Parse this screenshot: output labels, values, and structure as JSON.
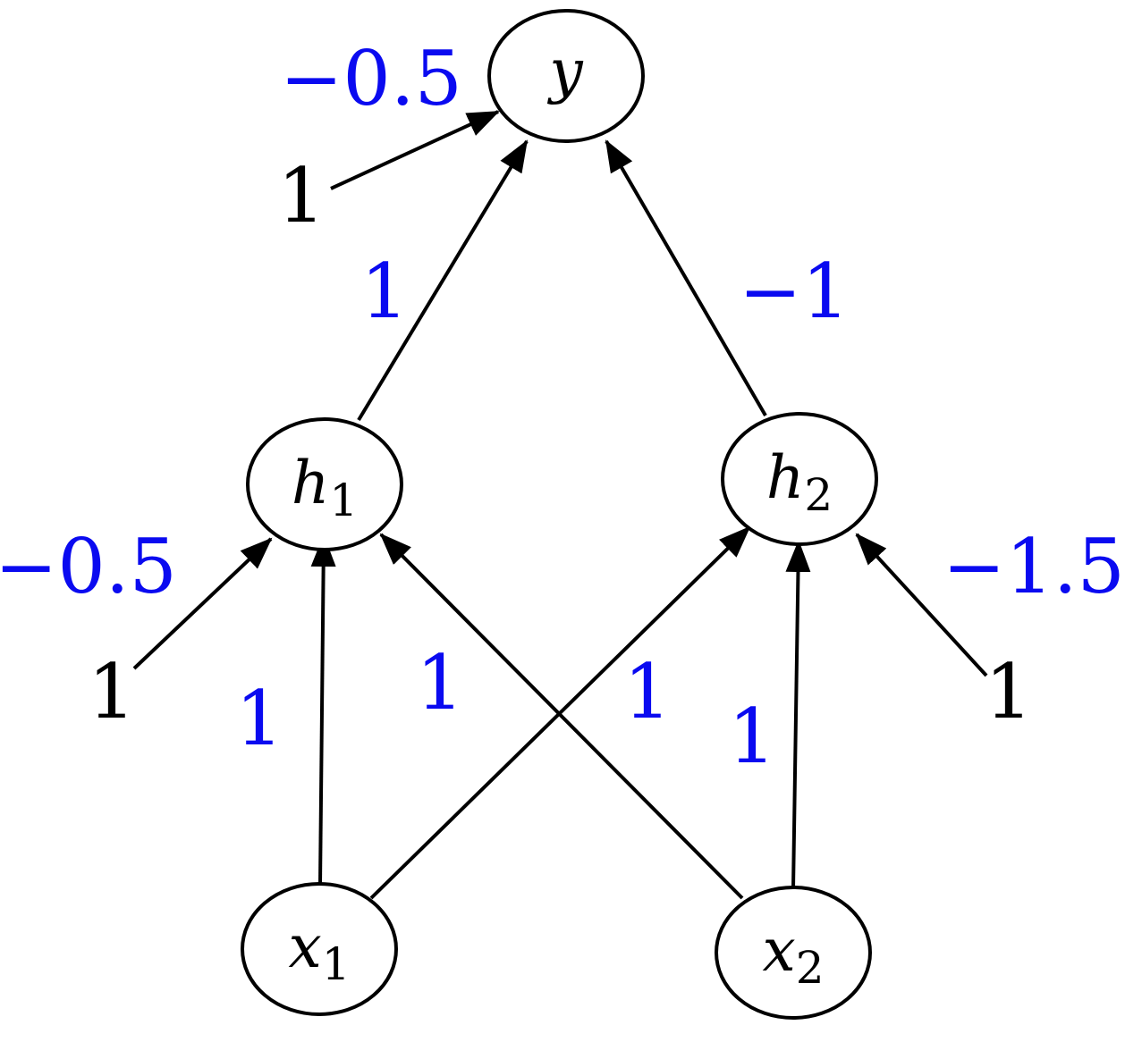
{
  "nodes": {
    "y": {
      "name": "y",
      "sub": ""
    },
    "h1": {
      "name": "h",
      "sub": "1"
    },
    "h2": {
      "name": "h",
      "sub": "2"
    },
    "x1": {
      "name": "x",
      "sub": "1"
    },
    "x2": {
      "name": "x",
      "sub": "2"
    }
  },
  "weights": {
    "bias_y": "−0.5",
    "h1_to_y": "1",
    "h2_to_y": "−1",
    "bias_h1": "−0.5",
    "bias_h2": "−1.5",
    "x1_to_h1": "1",
    "x2_to_h1": "1",
    "x1_to_h2": "1",
    "x2_to_h2": "1"
  },
  "bias_inputs": {
    "y": "1",
    "h1": "1",
    "h2": "1"
  },
  "colors": {
    "weight": "#0a0af0",
    "stroke": "#000000"
  }
}
